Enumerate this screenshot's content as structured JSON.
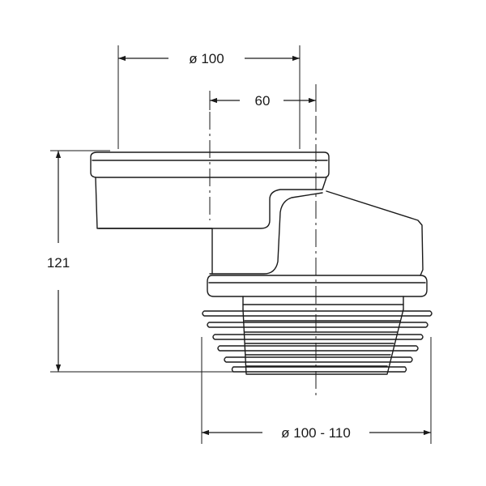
{
  "dimensions": {
    "top_diameter": "ø 100",
    "offset": "60",
    "height": "121",
    "bottom_diameter": "ø 100 - 110"
  },
  "colors": {
    "stroke": "#1a1a1a",
    "background": "#ffffff"
  }
}
